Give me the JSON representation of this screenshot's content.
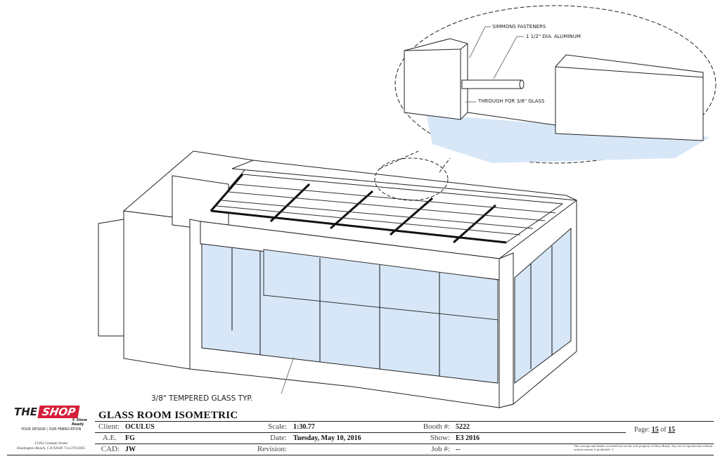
{
  "detail_callouts": {
    "fasteners": "SIMMONS FASTENERS",
    "tube": "1 1/2\" DIA. ALUMINUM",
    "through": "THROUGH FOR 3/8\" GLASS"
  },
  "glass_note": "3/8\" TEMPERED GLASS TYP.",
  "logo": {
    "the": "THE",
    "shop": "SHOP",
    "sub": "® Show Ready"
  },
  "tagline": "YOUR DESIGN | OUR FABRICATION",
  "address": [
    "15362 Graham Street",
    "Huntington Beach, CA 92649 714.376.9265"
  ],
  "title": "GLASS ROOM ISOMETRIC",
  "fields": {
    "client_label": "Client:",
    "client": "OCULUS",
    "ae_label": "A.E.",
    "ae": "FG",
    "cad_label": "CAD:",
    "cad": "JW",
    "scale_label": "Scale:",
    "scale": "1:30.77",
    "date_label": "Date:",
    "date": "Tuesday, May 10, 2016",
    "revision_label": "Revision:",
    "booth_label": "Booth #:",
    "booth": "5222",
    "show_label": "Show:",
    "show": "E3 2016",
    "job_label": "Job #:",
    "job": "--"
  },
  "page": {
    "label": "Page:",
    "current": "15",
    "of_label": "of",
    "total": "15"
  },
  "notice": "The concepts and details recorded here are the sole property of Show Ready. Any use of reproduction without written consent is prohibited. ©",
  "colors": {
    "glass": "#d7e7f8",
    "brand": "#d61f3a"
  }
}
